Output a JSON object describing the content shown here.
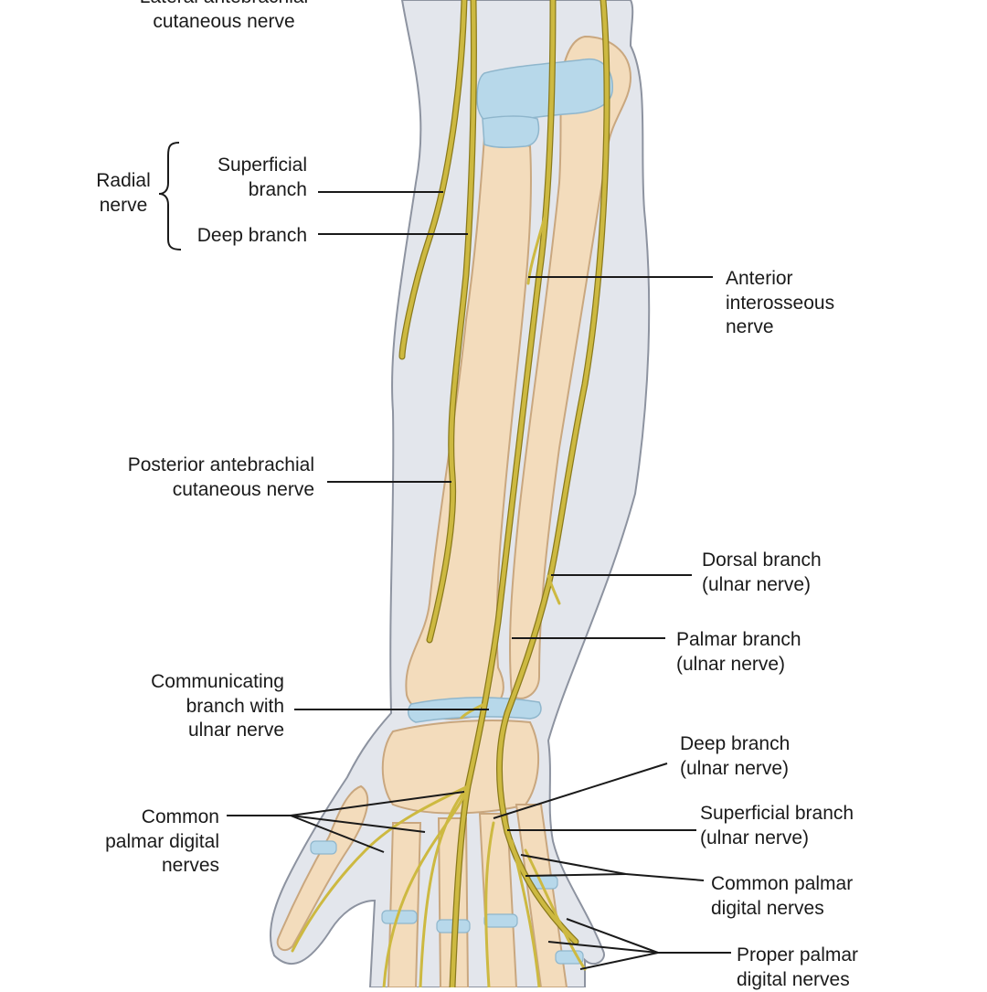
{
  "colors": {
    "skin": "#e3e6ec",
    "skin_outline": "#8d93a0",
    "bone": "#f3dcbc",
    "bone_outline": "#c9a77f",
    "cartilage": "#b7d8ea",
    "nerve": "#cdb941",
    "nerve_outline": "#8a7a1c",
    "leader": "#1a1a1a"
  },
  "labels": {
    "lateral_antebrachial": [
      "Lateral antebrachial",
      "cutaneous nerve"
    ],
    "radial_nerve": [
      "Radial",
      "nerve"
    ],
    "superficial_branch": [
      "Superficial",
      "branch"
    ],
    "deep_branch": "Deep branch",
    "anterior_interosseous": [
      "Anterior",
      "interosseous",
      "nerve"
    ],
    "posterior_antebrachial": [
      "Posterior antebrachial",
      "cutaneous nerve"
    ],
    "dorsal_branch_ulnar": [
      "Dorsal branch",
      "(ulnar nerve)"
    ],
    "palmar_branch_ulnar": [
      "Palmar branch",
      "(ulnar nerve)"
    ],
    "communicating_branch": [
      "Communicating",
      "branch with",
      "ulnar nerve"
    ],
    "deep_branch_ulnar": [
      "Deep branch",
      "(ulnar nerve)"
    ],
    "common_palmar_left": [
      "Common",
      "palmar digital",
      "nerves"
    ],
    "superficial_branch_ulnar": [
      "Superficial branch",
      "(ulnar nerve)"
    ],
    "common_palmar_right": [
      "Common palmar",
      "digital nerves"
    ],
    "proper_palmar": [
      "Proper palmar",
      "digital nerves"
    ]
  }
}
